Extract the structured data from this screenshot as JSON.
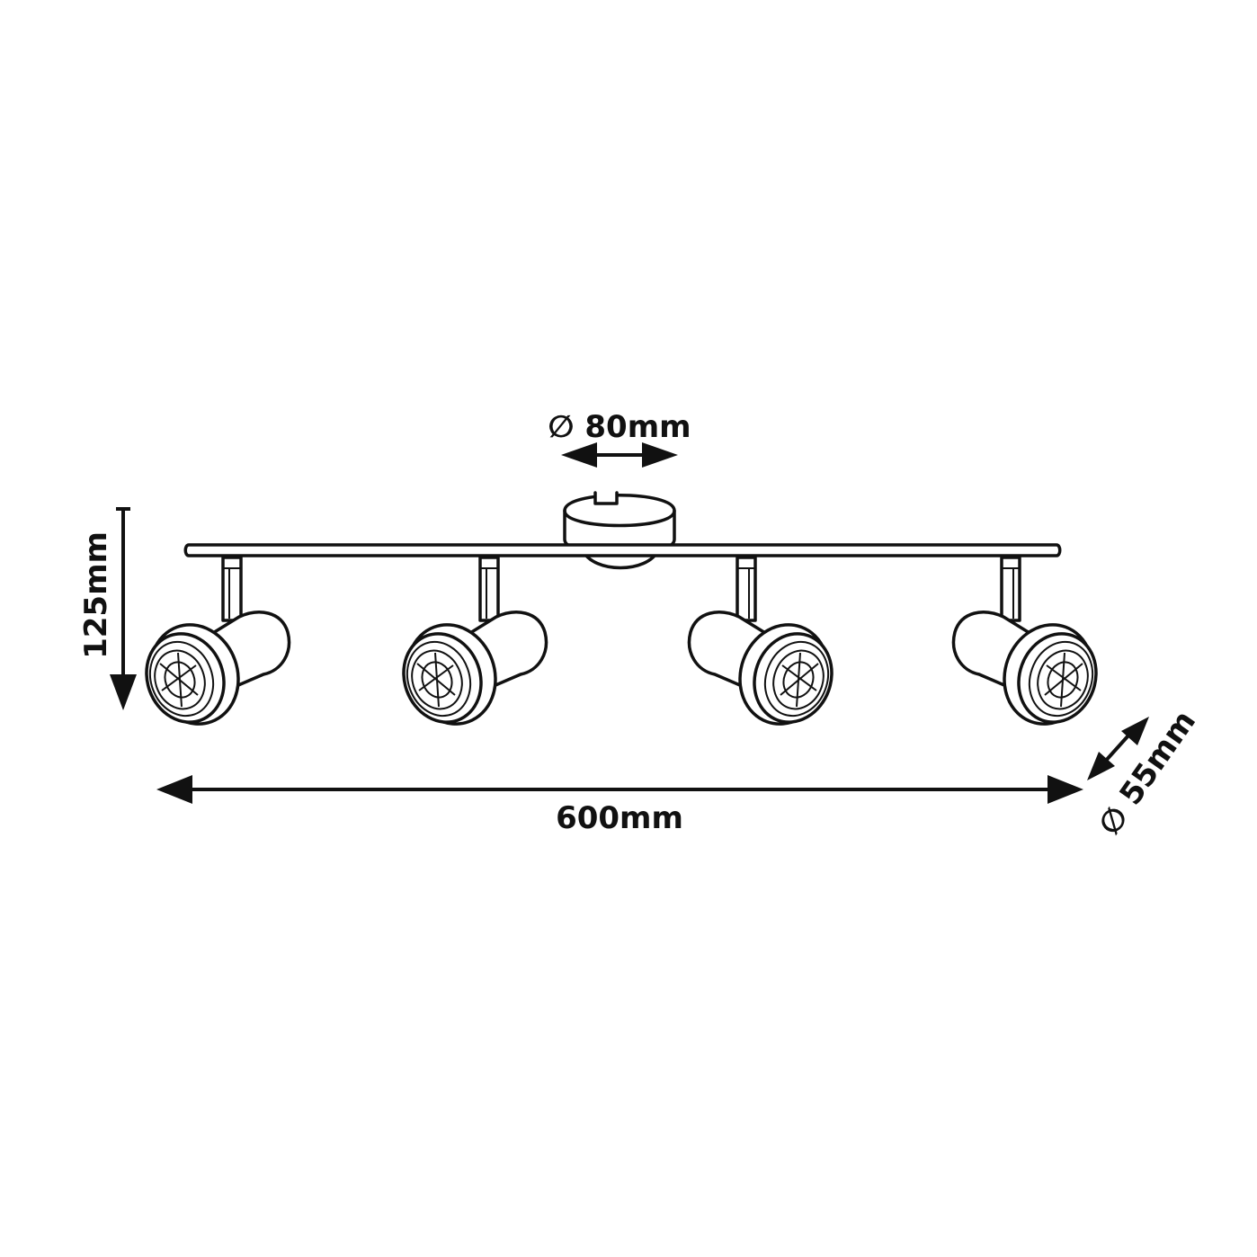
{
  "dimensions": {
    "canopy_diameter": "∅ 80mm",
    "height": "125mm",
    "length": "600mm",
    "spot_diameter": "∅ 55mm"
  },
  "colors": {
    "line": "#111111",
    "background": "#ffffff"
  },
  "spots": [
    {
      "name": "spot-1",
      "direction": "left"
    },
    {
      "name": "spot-2",
      "direction": "left"
    },
    {
      "name": "spot-3",
      "direction": "right"
    },
    {
      "name": "spot-4",
      "direction": "right"
    }
  ]
}
